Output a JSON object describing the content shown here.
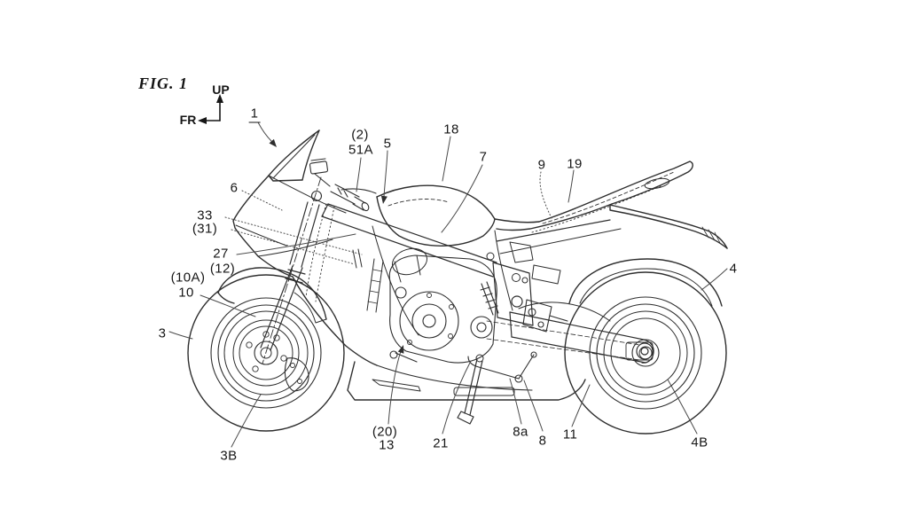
{
  "figure_title": "FIG. 1",
  "orientation": {
    "up": "UP",
    "fr": "FR"
  },
  "colors": {
    "line": "#2e2e2e",
    "detail_line": "#3c3c3c",
    "leader_line": "#4a4a4a",
    "label_text": "#161616",
    "background": "#ffffff"
  },
  "drawing_subject": "motorcycle-side-view-patent-figure",
  "reference_labels": {
    "l1": "1",
    "l2": "(2)",
    "l51A": "51A",
    "l5": "5",
    "l18": "18",
    "l7": "7",
    "l9": "9",
    "l19": "19",
    "l6": "6",
    "l33": "33",
    "l31": "(31)",
    "l27": "27",
    "l12": "(12)",
    "l10A": "(10A)",
    "l10": "10",
    "l3": "3",
    "l3B": "3B",
    "l20": "(20)",
    "l13": "13",
    "l21": "21",
    "l8a": "8a",
    "l8": "8",
    "l11": "11",
    "l4": "4",
    "l4B": "4B"
  }
}
